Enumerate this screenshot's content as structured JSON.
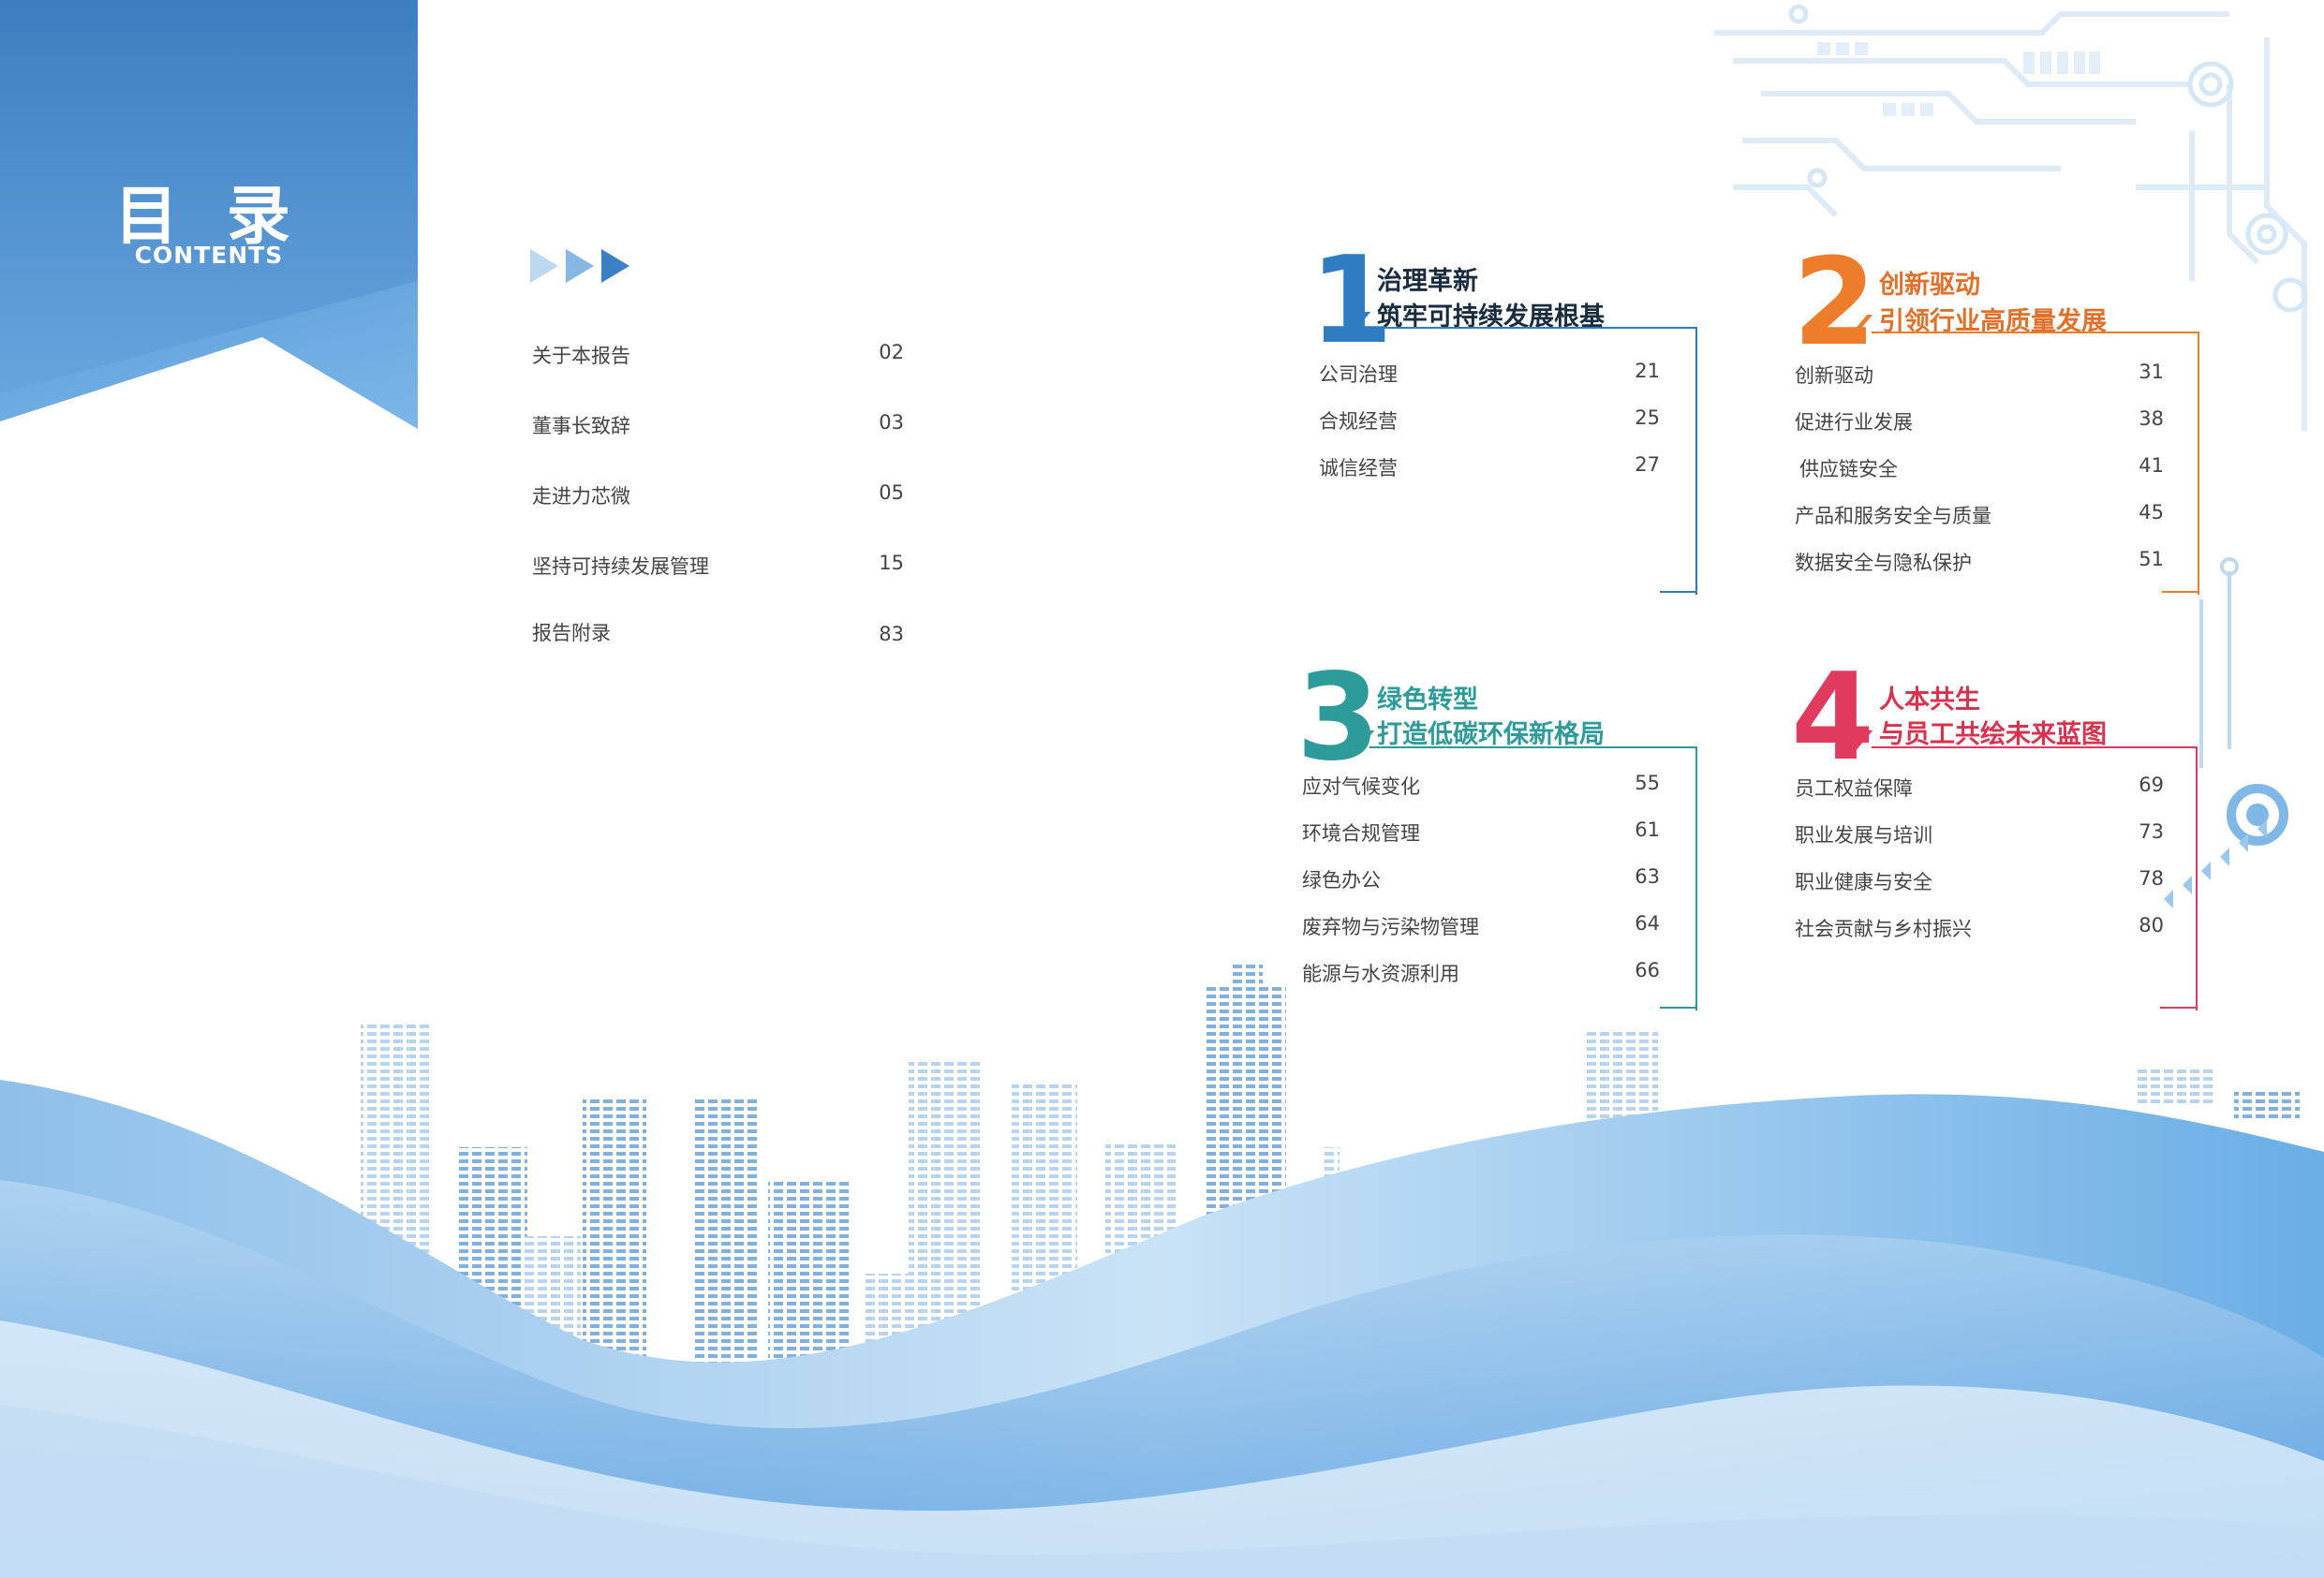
{
  "header": {
    "title": "目 录",
    "subtitle": "CONTENTS"
  },
  "general_toc": [
    {
      "label": "关于本报告",
      "page": "02"
    },
    {
      "label": "董事长致辞",
      "page": "03"
    },
    {
      "label": "走进力芯微",
      "page": "05"
    },
    {
      "label": "坚持可持续发展管理",
      "page": "15"
    },
    {
      "label": "报告附录",
      "page": "83"
    }
  ],
  "chapters": [
    {
      "number": "1",
      "title_line1": "治理革新",
      "title_line2": "筑牢可持续发展根基",
      "color": "#2f7cc1",
      "items": [
        {
          "label": "公司治理",
          "page": "21"
        },
        {
          "label": "合规经营",
          "page": "25"
        },
        {
          "label": "诚信经营",
          "page": "27"
        }
      ]
    },
    {
      "number": "2",
      "title_line1": "创新驱动",
      "title_line2": "引领行业高质量发展",
      "color": "#ee7d2b",
      "items": [
        {
          "label": "创新驱动",
          "page": "31"
        },
        {
          "label": "促进行业发展",
          "page": "38"
        },
        {
          "label": "供应链安全",
          "page": "41"
        },
        {
          "label": "产品和服务安全与质量",
          "page": "45"
        },
        {
          "label": "数据安全与隐私保护",
          "page": "51"
        }
      ]
    },
    {
      "number": "3",
      "title_line1": "绿色转型",
      "title_line2": "打造低碳环保新格局",
      "color": "#2e9b9b",
      "items": [
        {
          "label": "应对气候变化",
          "page": "55"
        },
        {
          "label": "环境合规管理",
          "page": "61"
        },
        {
          "label": "绿色办公",
          "page": "63"
        },
        {
          "label": "废弃物与污染物管理",
          "page": "64"
        },
        {
          "label": "能源与水资源利用",
          "page": "66"
        }
      ]
    },
    {
      "number": "4",
      "title_line1": "人本共生",
      "title_line2": "与员工共绘未来蓝图",
      "color": "#e03a5f",
      "items": [
        {
          "label": "员工权益保障",
          "page": "69"
        },
        {
          "label": "职业发展与培训",
          "page": "73"
        },
        {
          "label": "职业健康与安全",
          "page": "78"
        },
        {
          "label": "社会贡献与乡村振兴",
          "page": "80"
        }
      ]
    }
  ]
}
